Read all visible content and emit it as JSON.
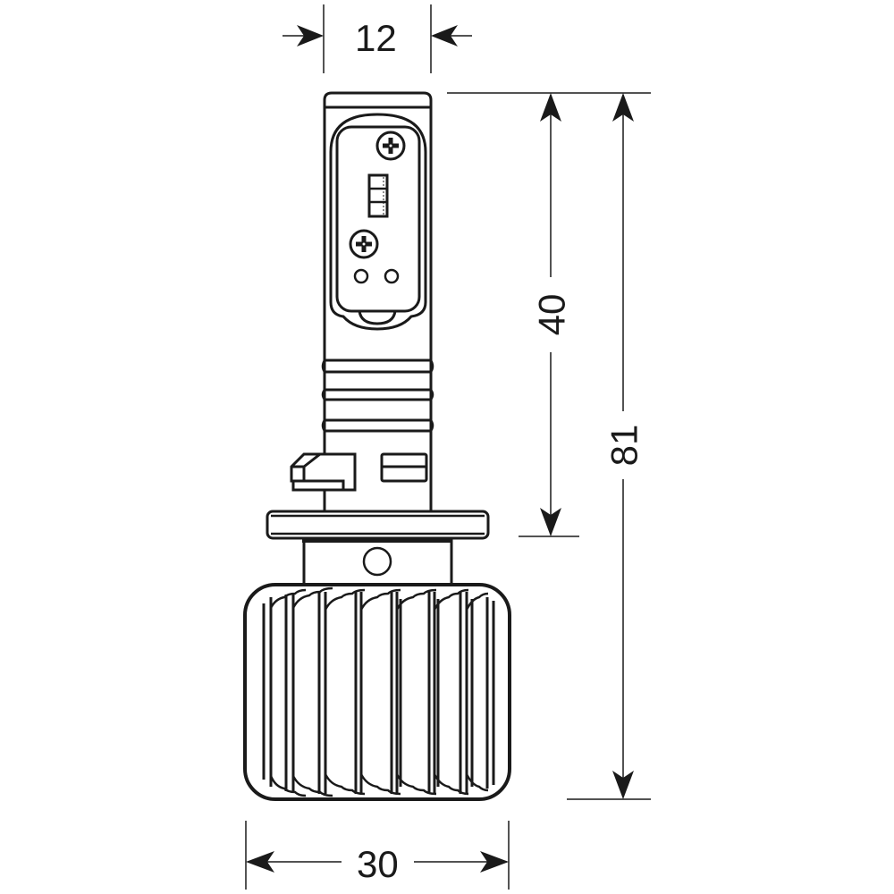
{
  "drawing": {
    "subject": "LED headlight bulb",
    "units": "mm",
    "line_color": "#1a1a1a",
    "background": "#ffffff"
  },
  "dimensions": {
    "top_width": {
      "label": "12",
      "orientation": "horizontal"
    },
    "head_height": {
      "label": "40",
      "orientation": "vertical"
    },
    "overall_height": {
      "label": "81",
      "orientation": "vertical"
    },
    "base_width": {
      "label": "30",
      "orientation": "horizontal"
    }
  },
  "parts": {
    "led_chip": {
      "segments": 3
    },
    "screws": 2,
    "holes": 2,
    "shaft_grooves": 3,
    "heatsink_fins": 8
  }
}
